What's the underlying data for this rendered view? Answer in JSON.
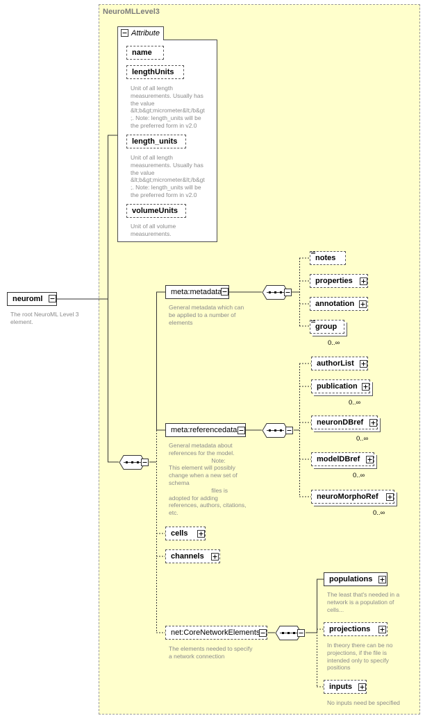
{
  "frame": {
    "title": "NeuroMLLevel3"
  },
  "attributes": {
    "tab_label": "Attribute",
    "items": [
      {
        "name": "name",
        "desc": ""
      },
      {
        "name": "lengthUnits",
        "desc": "Unit of all length\nmeasurements. Usually has\nthe value\n&lt;b&gt;micrometer&lt;/b&gt\n;. Note: length_units will be\nthe preferred form in v2.0"
      },
      {
        "name": "length_units",
        "desc": "Unit of all length\nmeasurements. Usually has\nthe value\n&lt;b&gt;micrometer&lt;/b&gt\n;. Note: length_units will be\nthe preferred form in v2.0"
      },
      {
        "name": "volumeUnits",
        "desc": "Unit of all volume\nmeasurements."
      }
    ]
  },
  "root": {
    "name": "neuroml",
    "desc": "The root NeuroML Level 3\nelement."
  },
  "children": {
    "metadata": {
      "name": "meta:metadata",
      "desc": "General metadata which can\nbe applied to a number of\nelements"
    },
    "referencedata": {
      "name": "meta:referencedata",
      "desc": "General metadata about\nreferences for the model.\n                          Note:\nThis element will possibly\nchange when a new set of\nschema\n                          files is\nadopted for adding\nreferences, authors, citations,\netc."
    },
    "cells": {
      "name": "cells"
    },
    "channels": {
      "name": "channels"
    },
    "network": {
      "name": "net:CoreNetworkElements",
      "desc": "The elements needed to specify\na network connection"
    }
  },
  "metadata_items": [
    {
      "name": "notes"
    },
    {
      "name": "properties"
    },
    {
      "name": "annotation"
    },
    {
      "name": "group",
      "card": "0..∞"
    }
  ],
  "reference_items": [
    {
      "name": "authorList"
    },
    {
      "name": "publication",
      "card": "0..∞"
    },
    {
      "name": "neuronDBref",
      "card": "0..∞"
    },
    {
      "name": "modelDBref",
      "card": "0..∞"
    },
    {
      "name": "neuroMorphoRef",
      "card": "0..∞"
    }
  ],
  "network_items": [
    {
      "name": "populations",
      "desc": "The least that's needed in a\nnetwork is a population of\ncells..."
    },
    {
      "name": "projections",
      "desc": "In theory there can be no\nprojections, if the file is\nintended only to specify\npositions"
    },
    {
      "name": "inputs",
      "desc": "No inputs need be specified"
    }
  ]
}
